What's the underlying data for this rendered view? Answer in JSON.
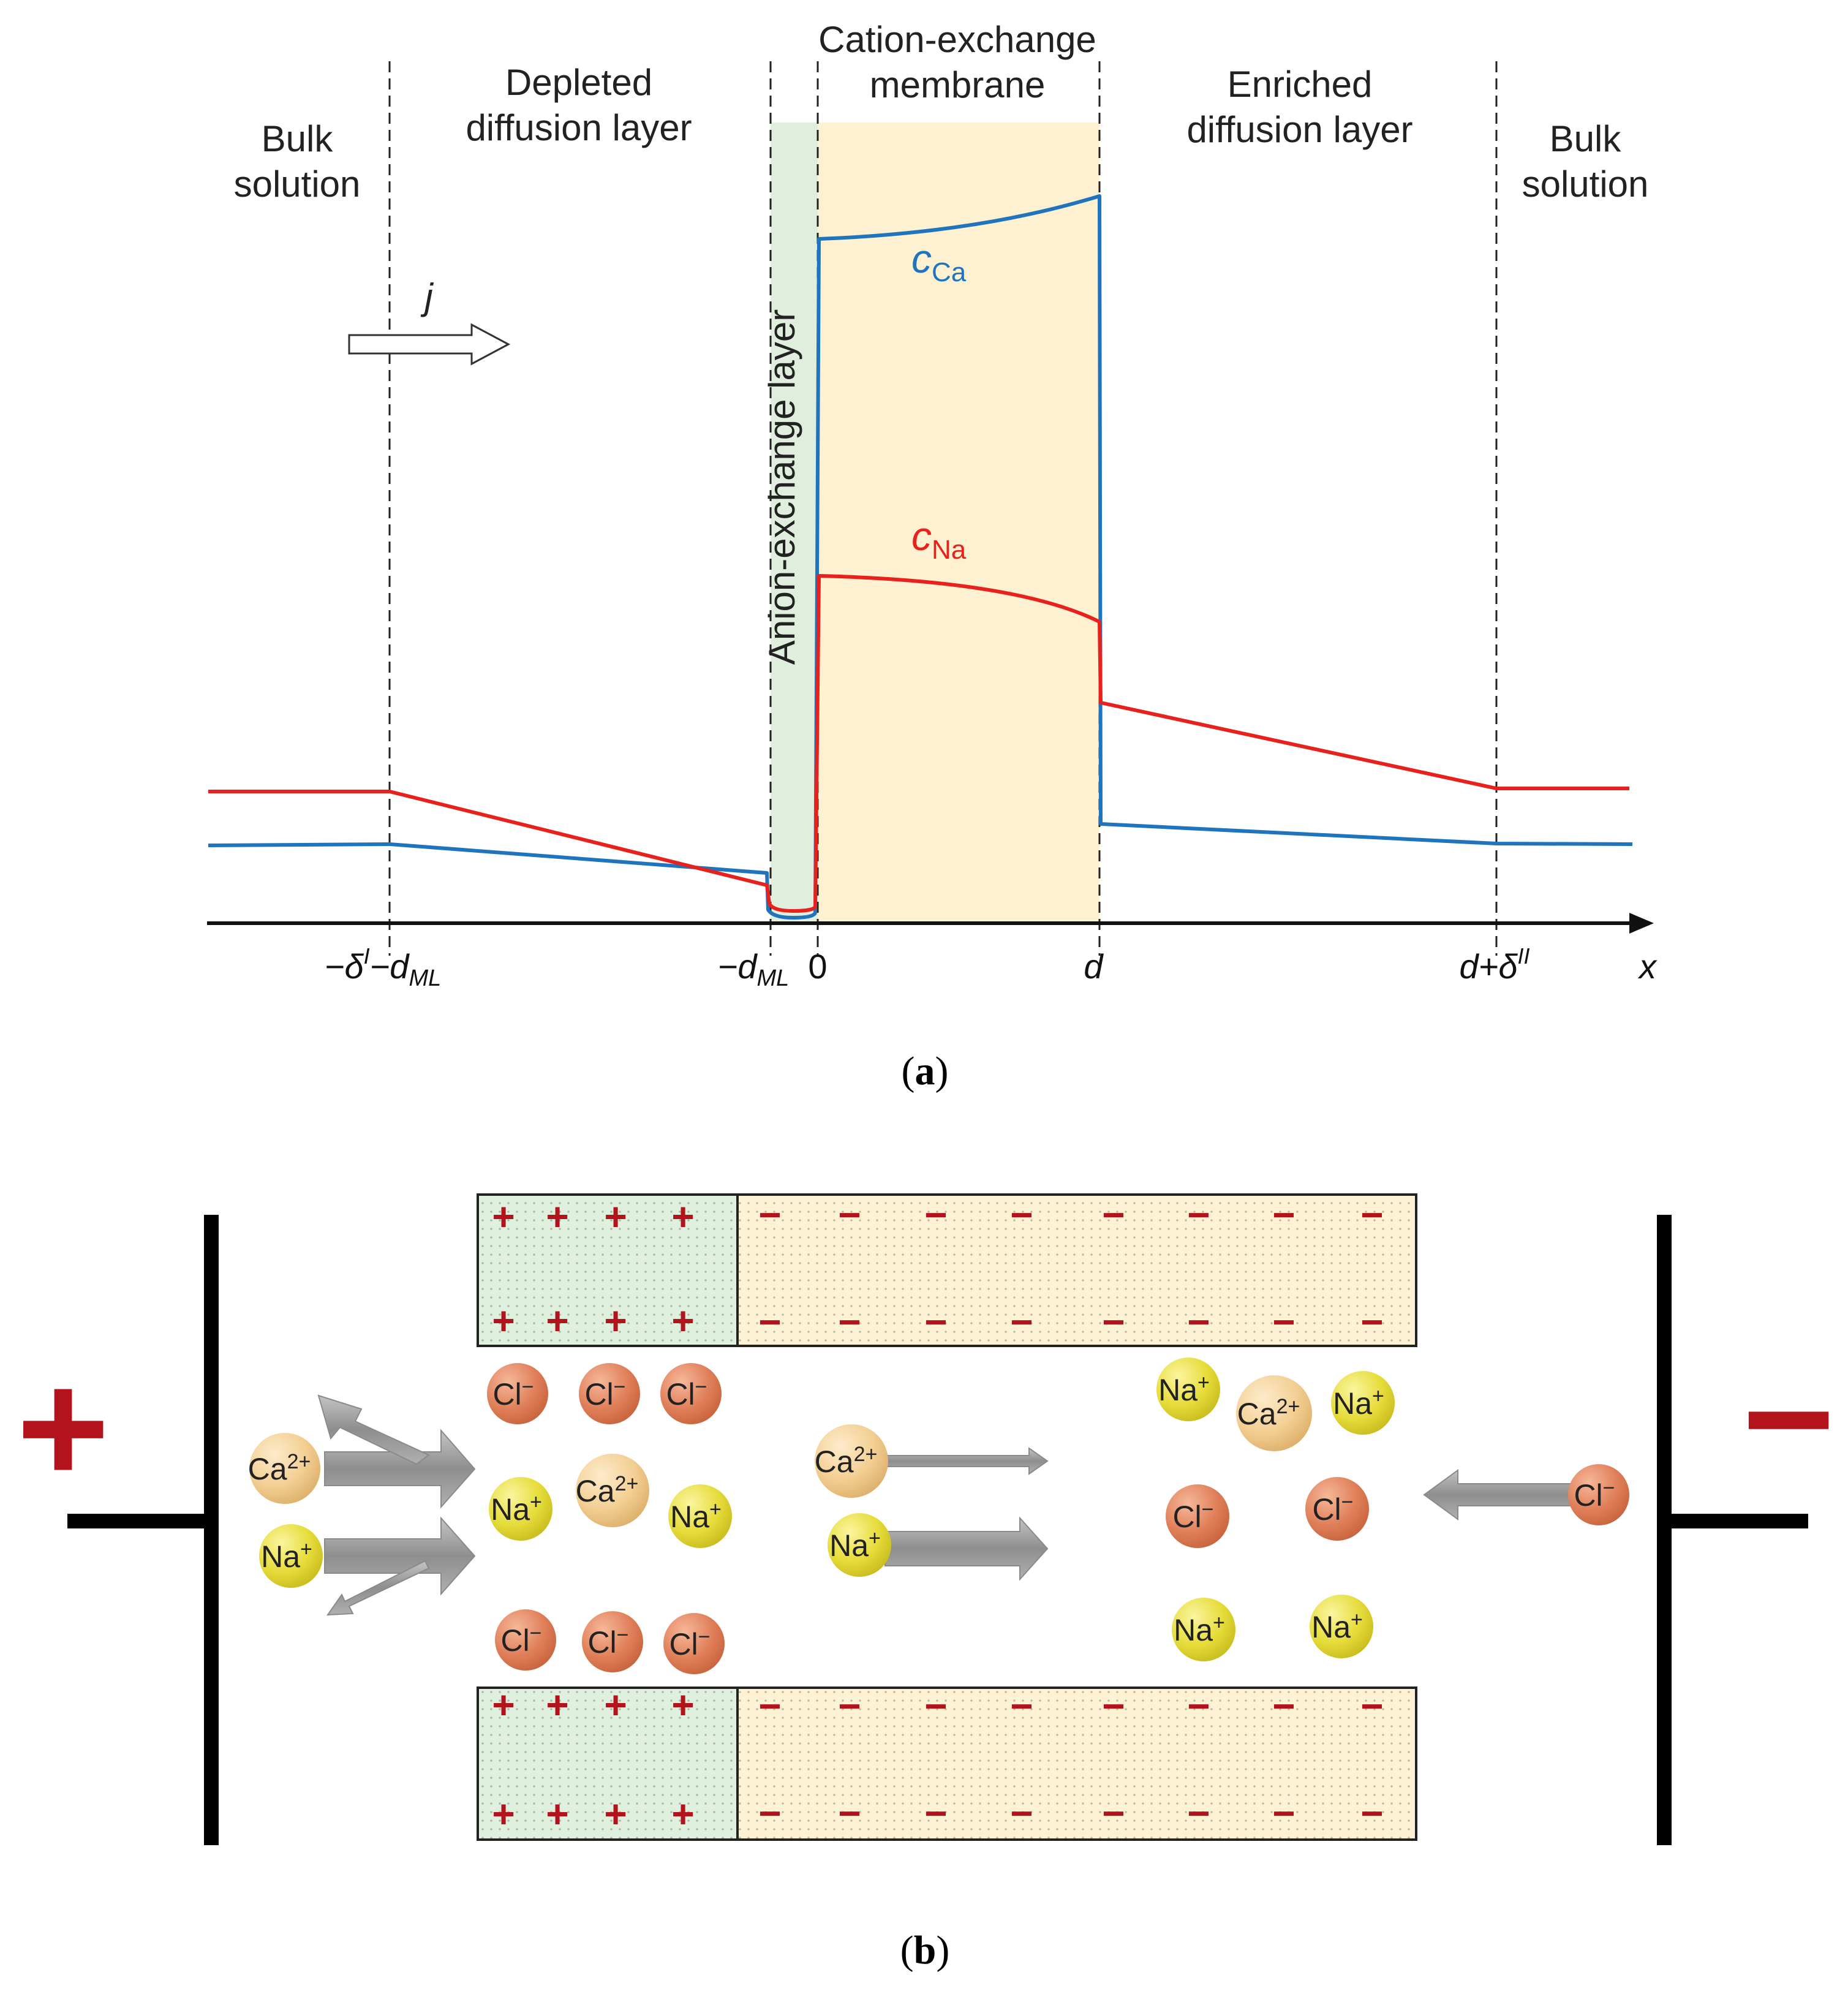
{
  "panel_a": {
    "region_labels": {
      "bulk_left_1": "Bulk",
      "bulk_left_2": "solution",
      "depleted_1": "Depleted",
      "depleted_2": "diffusion layer",
      "cem_1": "Cation-exchange",
      "cem_2": "membrane",
      "enriched_1": "Enriched",
      "enriched_2": "diffusion layer",
      "bulk_right_1": "Bulk",
      "bulk_right_2": "solution",
      "anion_layer": "Anion-exchange layer"
    },
    "flux_label": "j",
    "curve_labels": {
      "ca_main": "c",
      "ca_sub": "Ca",
      "na_main": "c",
      "na_sub": "Na"
    },
    "axis": {
      "tick_1_a": "−δ",
      "tick_1_sup": "I",
      "tick_1_b": "−d",
      "tick_1_sub": "ML",
      "tick_2_a": "−d",
      "tick_2_sub": "ML",
      "tick_3": "0",
      "tick_4": "d",
      "tick_5_a": "d+δ",
      "tick_5_sup": "II",
      "x_label": "x"
    },
    "caption_open": "(",
    "caption_letter": "a",
    "caption_close": ")",
    "colors": {
      "ca_line": "#1f74bd",
      "na_line": "#e8211c",
      "anion_layer_fill": "#dfeedd",
      "membrane_fill": "#fdf1d2"
    }
  },
  "panel_b": {
    "electrode_left_sign": "+",
    "electrode_right_sign": "−",
    "plus_sign": "+",
    "minus_sign": "−",
    "ions": {
      "cl": "Cl",
      "cl_sup": "−",
      "na": "Na",
      "na_sup": "+",
      "ca": "Ca",
      "ca_sup": "2+"
    },
    "caption_open": "(",
    "caption_letter": "b",
    "caption_close": ")",
    "colors": {
      "cl_ion": "#e0805a",
      "na_ion": "#e6dc3a",
      "ca_ion": "#f3cf93",
      "charge_marks": "#b3131a",
      "arrow": "#9c9c9c"
    }
  }
}
